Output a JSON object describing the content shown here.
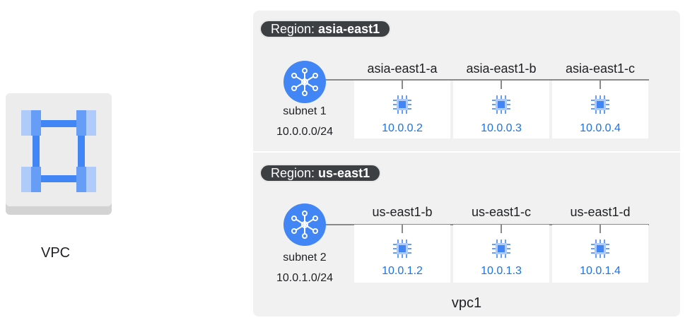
{
  "vpc": {
    "label": "VPC",
    "icon": "vpc-network-icon"
  },
  "container_label": "vpc1",
  "colors": {
    "accent": "#1a73e8",
    "subnet_icon": "#4285f4",
    "pill": "#3c4043",
    "container": "#f1f1f1"
  },
  "regions": [
    {
      "prefix": "Region: ",
      "name": "asia-east1",
      "subnet": {
        "name": "subnet 1",
        "cidr": "10.0.0.0/24",
        "icon": "subnet-hub-icon"
      },
      "zones": [
        {
          "name": "asia-east1-a",
          "ip": "10.0.0.2",
          "icon": "compute-chip-icon"
        },
        {
          "name": "asia-east1-b",
          "ip": "10.0.0.3",
          "icon": "compute-chip-icon"
        },
        {
          "name": "asia-east1-c",
          "ip": "10.0.0.4",
          "icon": "compute-chip-icon"
        }
      ]
    },
    {
      "prefix": "Region: ",
      "name": "us-east1",
      "subnet": {
        "name": "subnet 2",
        "cidr": "10.0.1.0/24",
        "icon": "subnet-hub-icon"
      },
      "zones": [
        {
          "name": "us-east1-b",
          "ip": "10.0.1.2",
          "icon": "compute-chip-icon"
        },
        {
          "name": "us-east1-c",
          "ip": "10.0.1.3",
          "icon": "compute-chip-icon"
        },
        {
          "name": "us-east1-d",
          "ip": "10.0.1.4",
          "icon": "compute-chip-icon"
        }
      ]
    }
  ]
}
